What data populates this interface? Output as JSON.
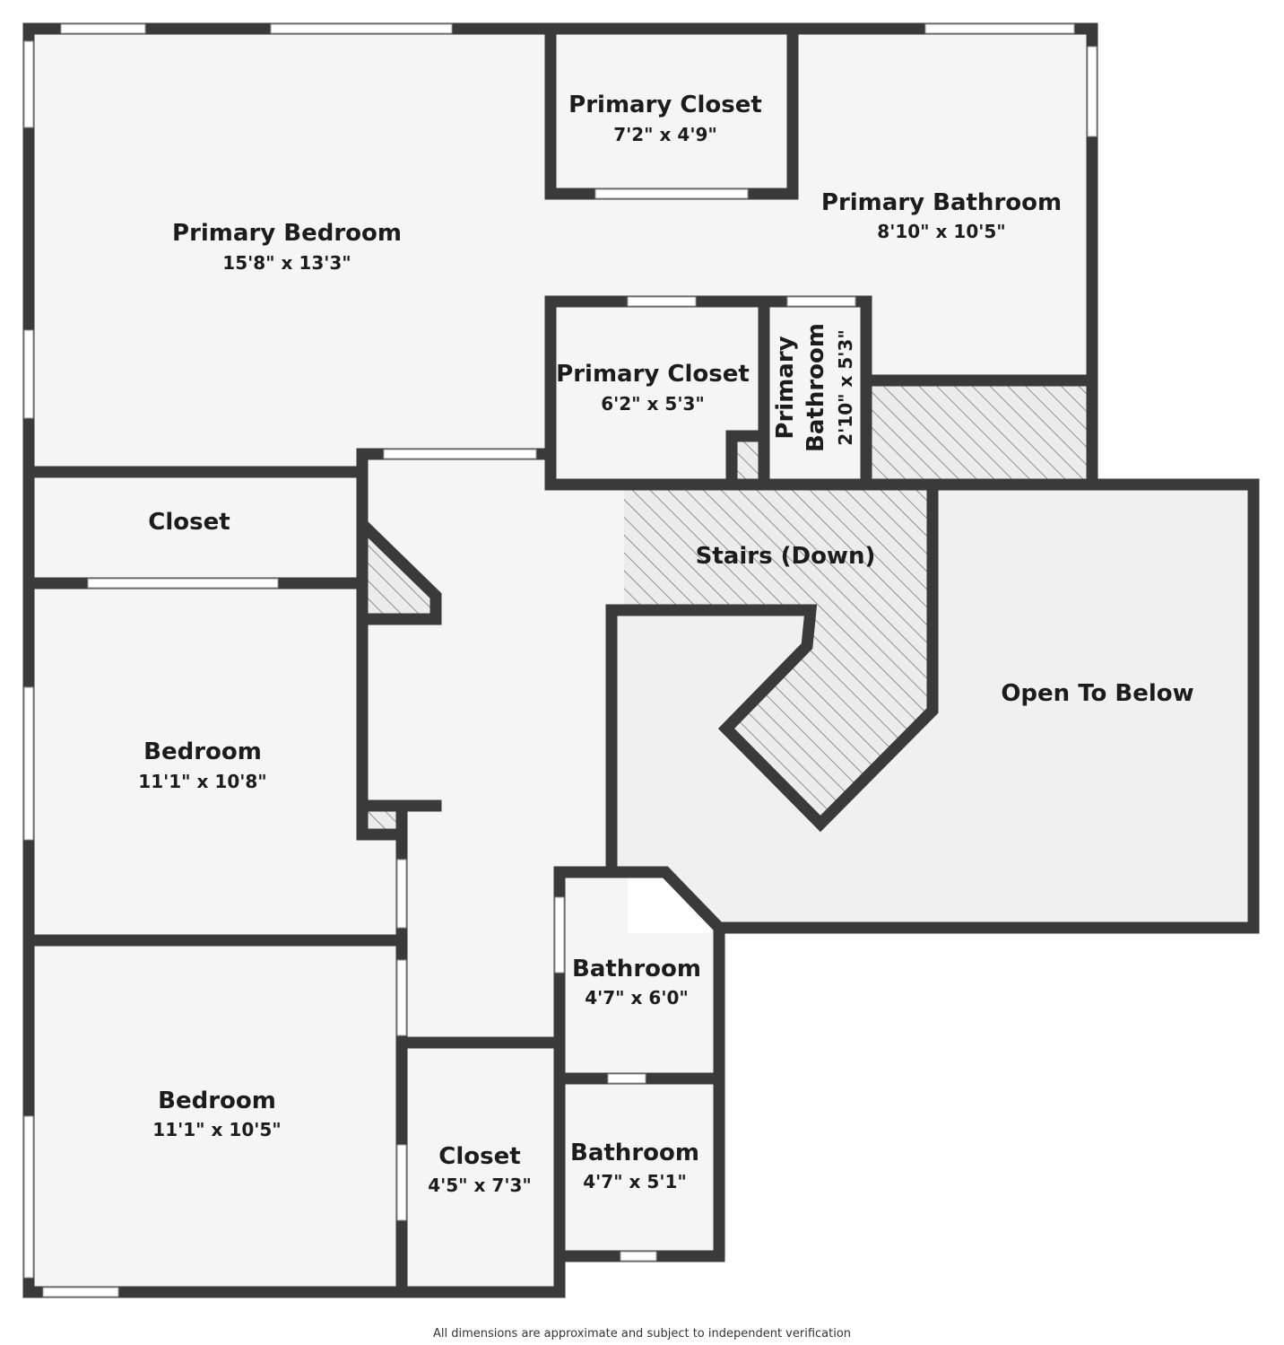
{
  "rooms": {
    "primary_bedroom": {
      "name": "Primary Bedroom",
      "dims": "15'8\" x 13'3\""
    },
    "primary_closet_1": {
      "name": "Primary Closet",
      "dims": "7'2\" x 4'9\""
    },
    "primary_bathroom": {
      "name": "Primary Bathroom",
      "dims": "8'10\" x 10'5\""
    },
    "primary_closet_2": {
      "name": "Primary Closet",
      "dims": "6'2\" x 5'3\""
    },
    "primary_bathroom_small": {
      "name_line1": "Primary",
      "name_line2": "Bathroom",
      "dims": "2'10\" x 5'3\""
    },
    "closet_1": {
      "name": "Closet"
    },
    "stairs": {
      "name": "Stairs (Down)"
    },
    "open_to_below": {
      "name": "Open To Below"
    },
    "bedroom_1": {
      "name": "Bedroom",
      "dims": "11'1\" x 10'8\""
    },
    "bedroom_2": {
      "name": "Bedroom",
      "dims": "11'1\" x 10'5\""
    },
    "closet_2": {
      "name": "Closet",
      "dims": "4'5\" x 7'3\""
    },
    "bathroom_1": {
      "name": "Bathroom",
      "dims": "4'7\" x 6'0\""
    },
    "bathroom_2": {
      "name": "Bathroom",
      "dims": "4'7\" x 5'1\""
    }
  },
  "footer": {
    "disclaimer": "All dimensions are approximate and subject to independent verification"
  },
  "colors": {
    "wall": "#3a3a3a",
    "floor": "#f5f5f5",
    "open_area": "#f0f0f0",
    "hatch": "#9a9a9a",
    "opening": "#ffffff"
  }
}
